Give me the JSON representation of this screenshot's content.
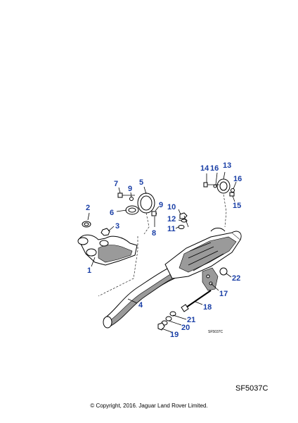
{
  "callouts": {
    "c1": "1",
    "c2": "2",
    "c3": "3",
    "c4": "4",
    "c5": "5",
    "c6": "6",
    "c7": "7",
    "c8": "8",
    "c9a": "9",
    "c9b": "9",
    "c10": "10",
    "c11": "11",
    "c12": "12",
    "c13": "13",
    "c14": "14",
    "c15": "15",
    "c16a": "16",
    "c16b": "16",
    "c17": "17",
    "c18": "18",
    "c19": "19",
    "c20": "20",
    "c21": "21",
    "c22": "22"
  },
  "figure_ref_small": "SF5037C",
  "figure_ref_large": "SF5037C",
  "copyright": "© Copyright, 2016. Jaguar Land Rover Limited."
}
